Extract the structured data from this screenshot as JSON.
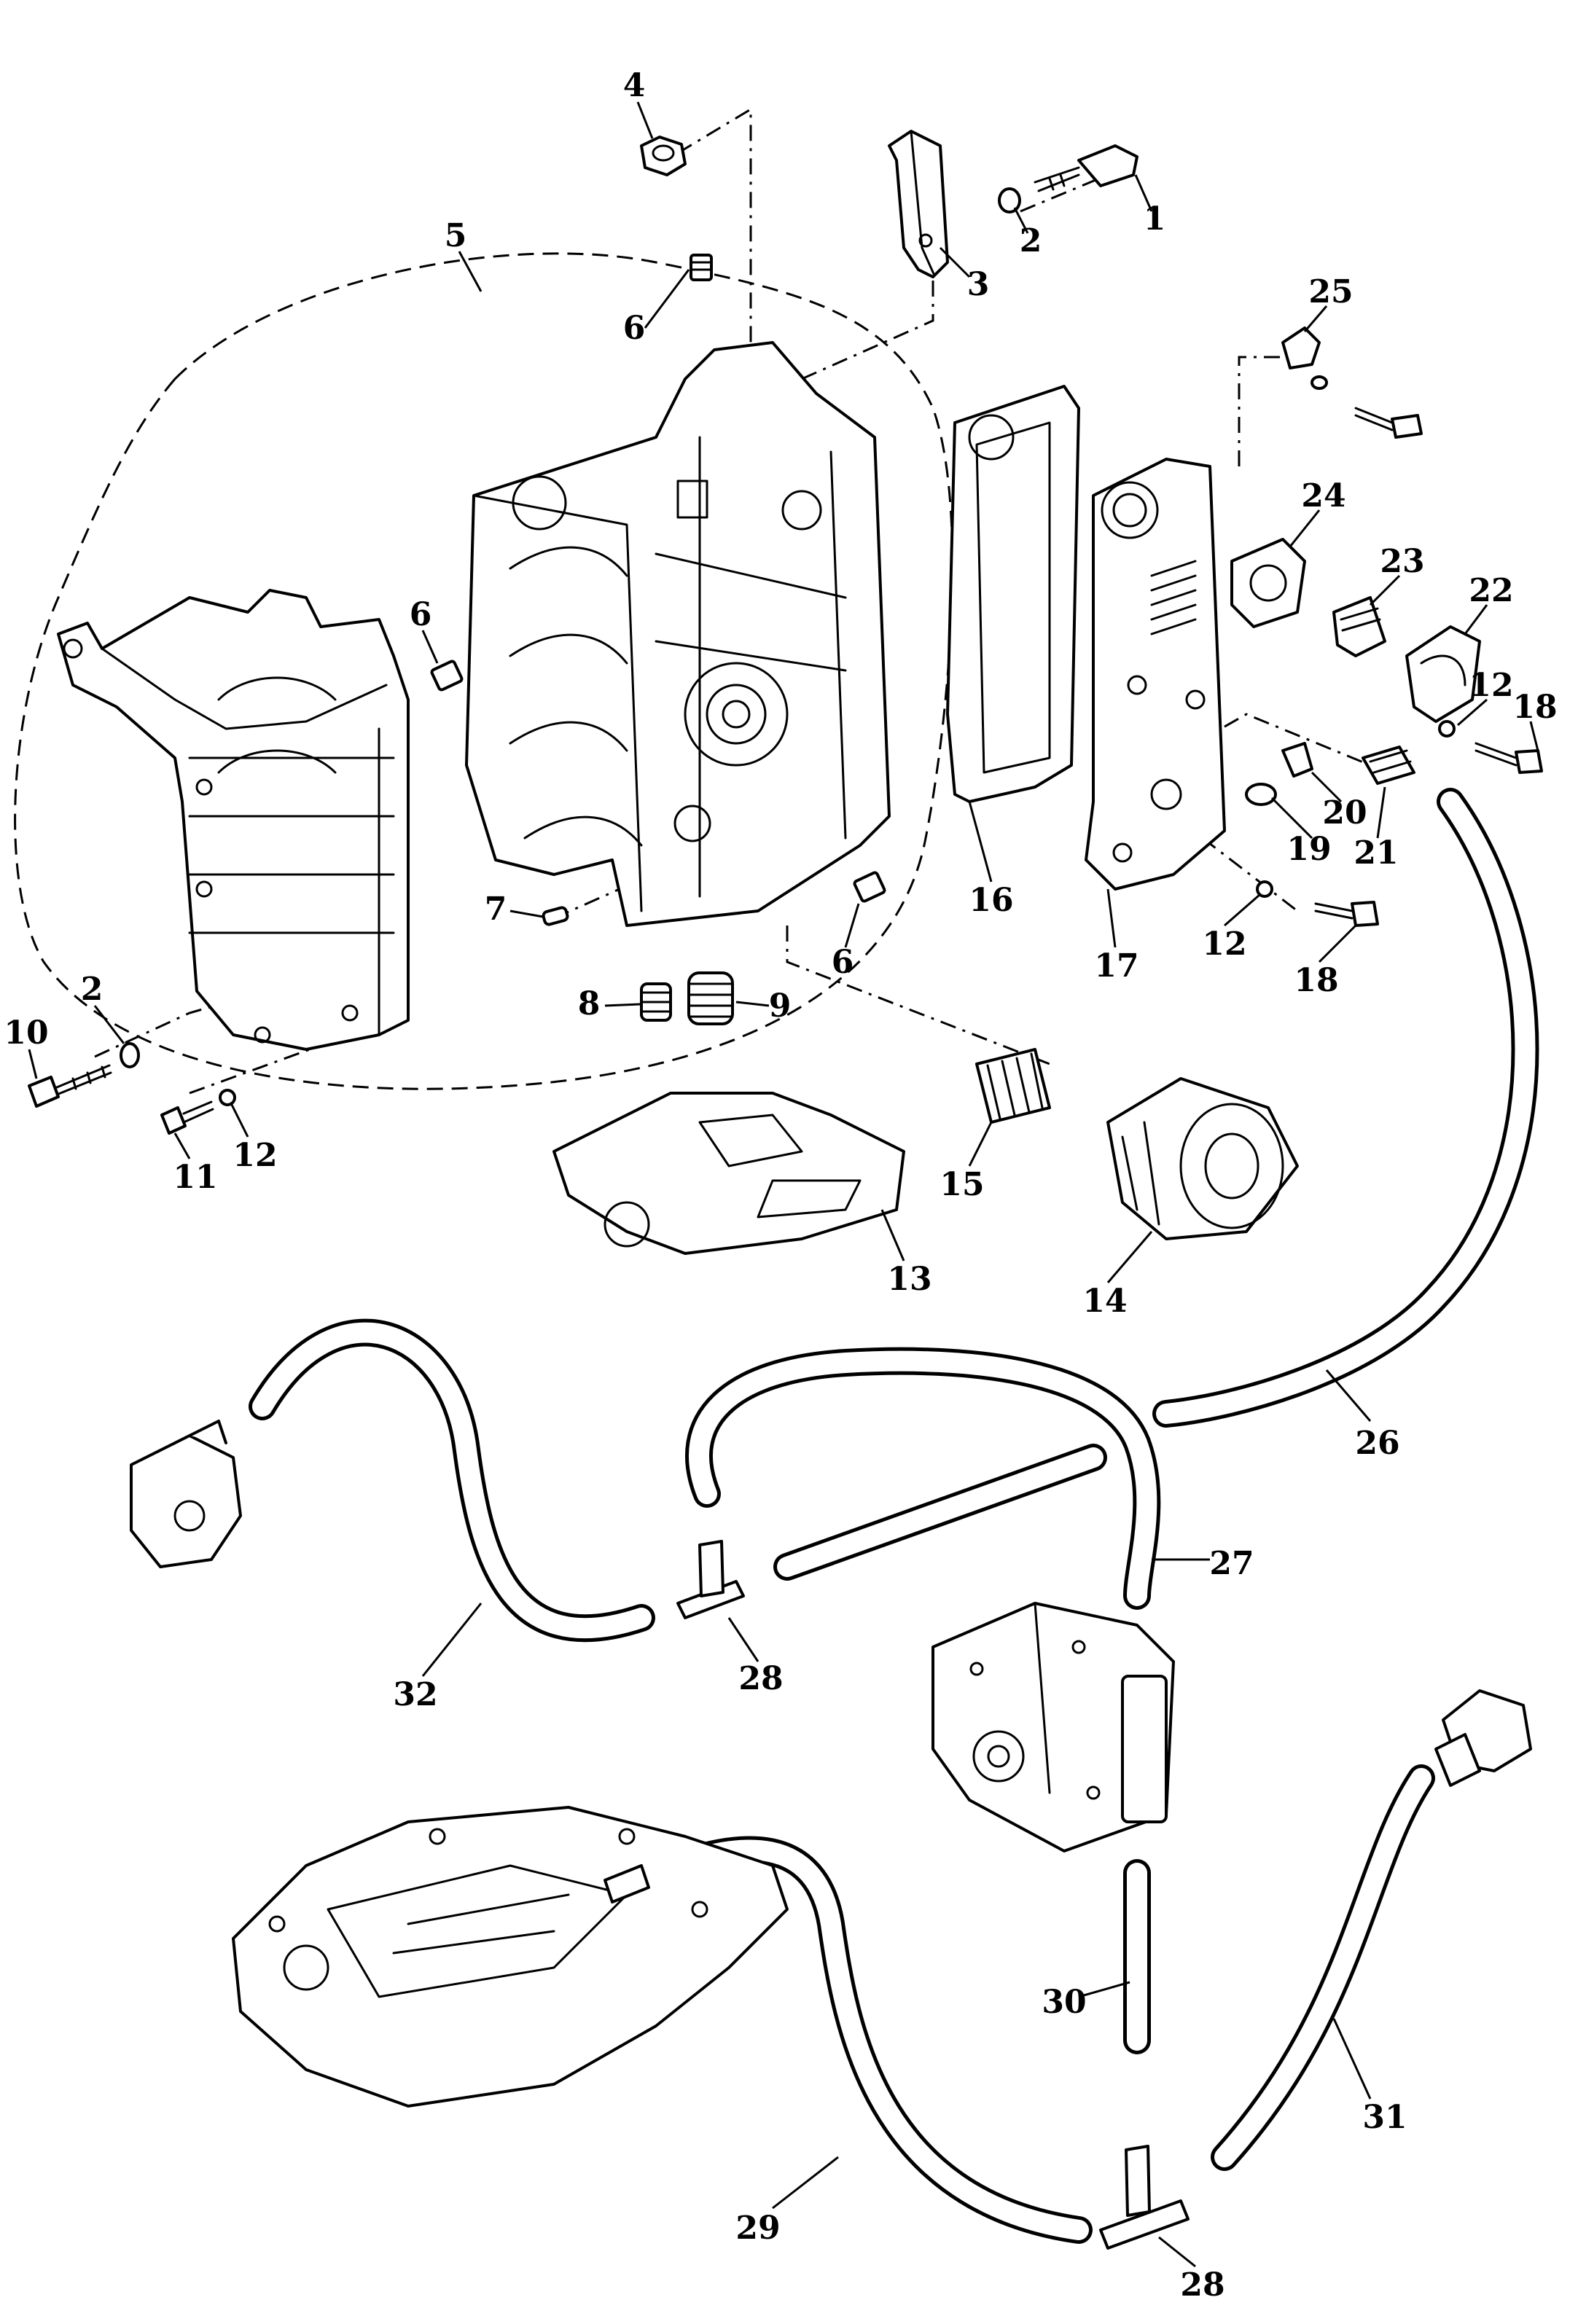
{
  "callouts": [
    {
      "id": "c1",
      "text": "1"
    },
    {
      "id": "c2a",
      "text": "2"
    },
    {
      "id": "c2b",
      "text": "2"
    },
    {
      "id": "c3",
      "text": "3"
    },
    {
      "id": "c4",
      "text": "4"
    },
    {
      "id": "c5",
      "text": "5"
    },
    {
      "id": "c6a",
      "text": "6"
    },
    {
      "id": "c6b",
      "text": "6"
    },
    {
      "id": "c6c",
      "text": "6"
    },
    {
      "id": "c7",
      "text": "7"
    },
    {
      "id": "c8",
      "text": "8"
    },
    {
      "id": "c9",
      "text": "9"
    },
    {
      "id": "c10",
      "text": "10"
    },
    {
      "id": "c11",
      "text": "11"
    },
    {
      "id": "c12a",
      "text": "12"
    },
    {
      "id": "c12b",
      "text": "12"
    },
    {
      "id": "c12c",
      "text": "12"
    },
    {
      "id": "c13",
      "text": "13"
    },
    {
      "id": "c14",
      "text": "14"
    },
    {
      "id": "c15",
      "text": "15"
    },
    {
      "id": "c16",
      "text": "16"
    },
    {
      "id": "c17",
      "text": "17"
    },
    {
      "id": "c18a",
      "text": "18"
    },
    {
      "id": "c18b",
      "text": "18"
    },
    {
      "id": "c19",
      "text": "19"
    },
    {
      "id": "c20",
      "text": "20"
    },
    {
      "id": "c21",
      "text": "21"
    },
    {
      "id": "c22",
      "text": "22"
    },
    {
      "id": "c23",
      "text": "23"
    },
    {
      "id": "c24",
      "text": "24"
    },
    {
      "id": "c25",
      "text": "25"
    },
    {
      "id": "c26",
      "text": "26"
    },
    {
      "id": "c27",
      "text": "27"
    },
    {
      "id": "c28a",
      "text": "28"
    },
    {
      "id": "c28b",
      "text": "28"
    },
    {
      "id": "c29",
      "text": "29"
    },
    {
      "id": "c30",
      "text": "30"
    },
    {
      "id": "c31",
      "text": "31"
    },
    {
      "id": "c32",
      "text": "32"
    }
  ]
}
